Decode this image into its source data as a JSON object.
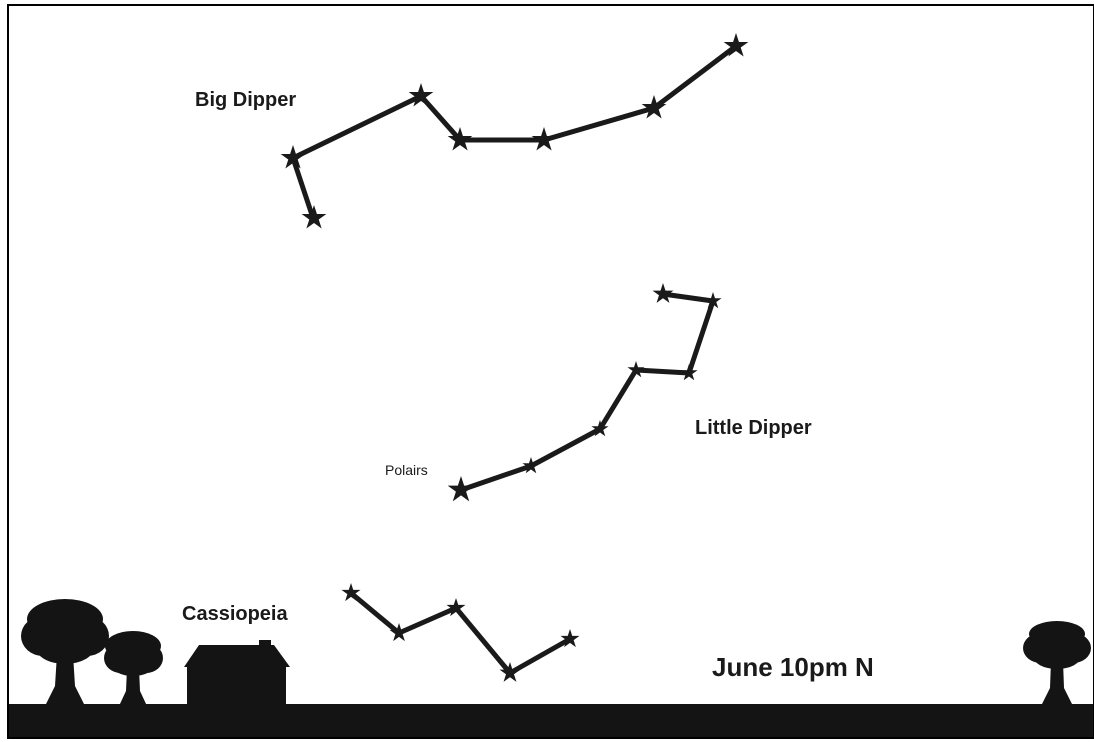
{
  "labels": {
    "big_dipper": "Big Dipper",
    "little_dipper": "Little Dipper",
    "cassiopeia": "Cassiopeia",
    "polaris": "Polairs",
    "caption": "June 10pm N"
  },
  "colors": {
    "ink": "#1a1a1a",
    "ground": "#141414",
    "background": "#ffffff"
  },
  "icons": {
    "star": "star-icon",
    "tree": "tree-icon",
    "house": "house-icon"
  }
}
